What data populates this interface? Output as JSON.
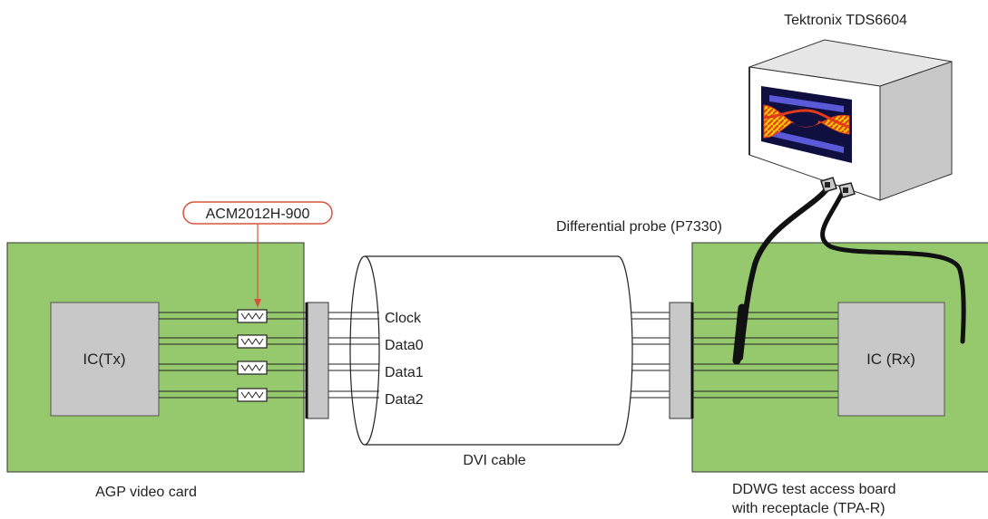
{
  "instrument": {
    "name": "Tektronix TDS6604"
  },
  "probe": {
    "label": "Differential probe (P7330)"
  },
  "filter": {
    "label": "ACM2012H-900"
  },
  "source_board": {
    "label": "AGP video card",
    "chip_label": "IC(Tx)"
  },
  "cable": {
    "label": "DVI cable",
    "channels": [
      "Clock",
      "Data0",
      "Data1",
      "Data2"
    ]
  },
  "sink_board": {
    "label_line1": "DDWG test access board",
    "label_line2": "with receptacle (TPA-R)",
    "chip_label": "IC (Rx)"
  },
  "colors": {
    "board_green": "#96c86e",
    "chip_gray": "#c8c8c8",
    "accent_red": "#d9533c"
  }
}
